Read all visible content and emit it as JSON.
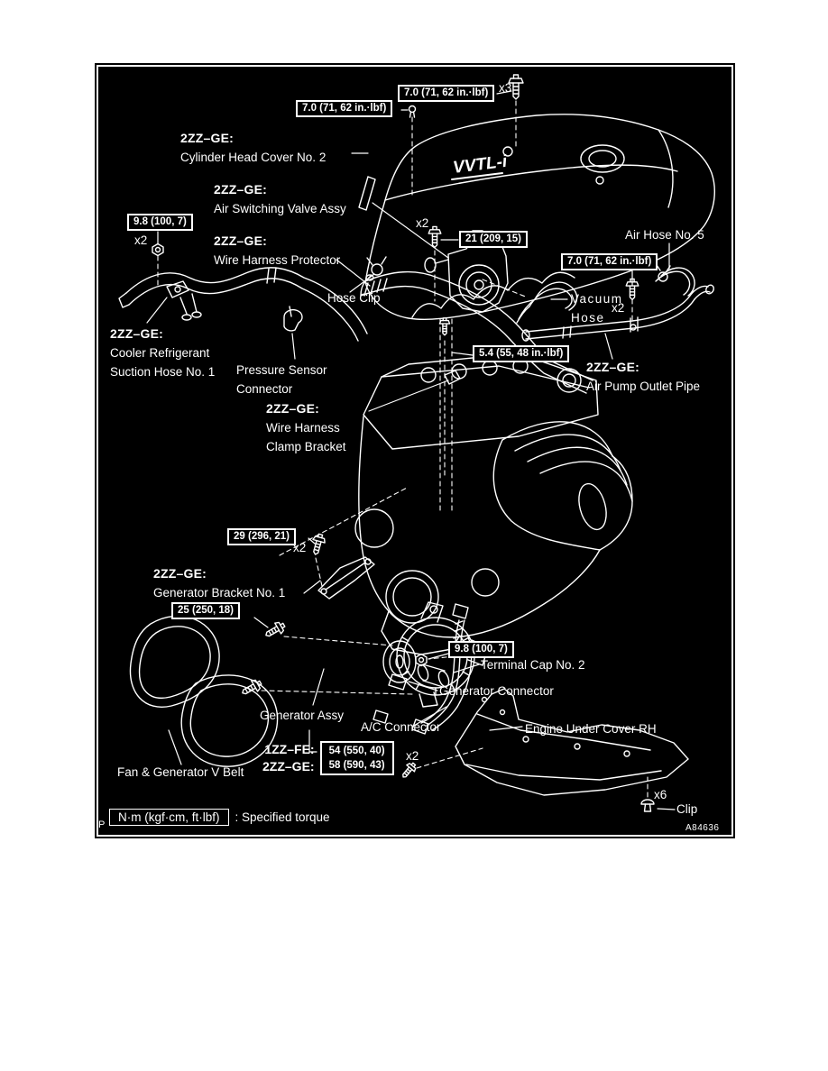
{
  "figure": {
    "corner_mark": "P",
    "code": "A84636",
    "cover_logo": "VVTL-i"
  },
  "legend": {
    "box": "N·m (kgf·cm, ft·lbf)",
    "note": ": Specified torque"
  },
  "torque_boxes": [
    {
      "value": "7.0 (71, 62 in.·lbf)",
      "qty": "x3"
    },
    {
      "value": "7.0 (71, 62 in.·lbf)"
    },
    {
      "value": "9.8 (100, 7)",
      "qty": "x2"
    },
    {
      "value": "21 (209, 15)",
      "qty": "x2"
    },
    {
      "value": "7.0 (71, 62 in.·lbf)",
      "qty": "x2"
    },
    {
      "value": "5.4 (55, 48 in.·lbf)"
    },
    {
      "value": "29 (296, 21)",
      "qty": "x2"
    },
    {
      "value": "25 (250, 18)"
    },
    {
      "value": "9.8 (100, 7)"
    },
    {
      "engines": [
        "1ZZ–FE:",
        "2ZZ–GE:"
      ],
      "values": [
        "54 (550, 40)",
        "58 (590, 43)"
      ],
      "qty": "x2"
    }
  ],
  "labels": [
    {
      "prefix": "2ZZ–GE:",
      "line1": "Cylinder Head Cover No. 2"
    },
    {
      "prefix": "2ZZ–GE:",
      "line1": "Air Switching Valve Assy"
    },
    {
      "prefix": "2ZZ–GE:",
      "line1": "Wire Harness Protector"
    },
    {
      "line1": "Hose Clip"
    },
    {
      "line1": "Air Hose No. 5"
    },
    {
      "line1": "Vacuum",
      "line2": "Hose"
    },
    {
      "prefix": "2ZZ–GE:",
      "line1": "Cooler Refrigerant",
      "line2": "Suction Hose No. 1"
    },
    {
      "line1": "Pressure Sensor",
      "line2": "Connector"
    },
    {
      "prefix": "2ZZ–GE:",
      "line1": "Air Pump Outlet Pipe"
    },
    {
      "prefix": "2ZZ–GE:",
      "line1": "Wire Harness",
      "line2": "Clamp Bracket"
    },
    {
      "prefix": "2ZZ–GE:",
      "line1": "Generator Bracket No. 1"
    },
    {
      "line1": "Terminal Cap No. 2"
    },
    {
      "line1": "Generator Connector"
    },
    {
      "line1": "Generator Assy"
    },
    {
      "line1": "A/C Connector"
    },
    {
      "line1": "Engine Under Cover RH"
    },
    {
      "line1": "Fan & Generator V Belt"
    },
    {
      "line1": "Clip",
      "qty": "x6"
    }
  ]
}
